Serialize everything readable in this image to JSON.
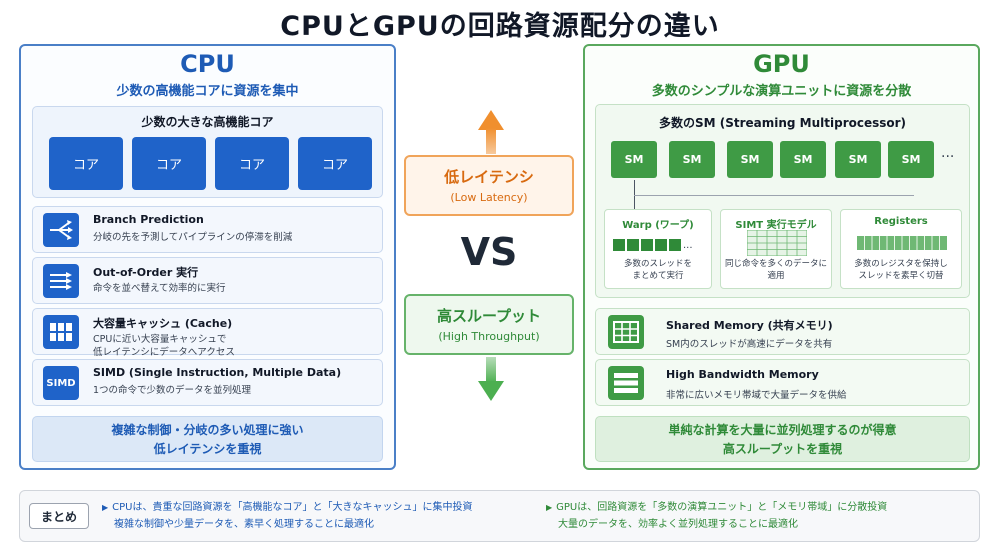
{
  "title": "CPUとGPUの回路資源配分の違い",
  "cpu": {
    "heading": "CPU",
    "subtitle": "少数の高機能コアに資源を集中",
    "cores_title": "少数の大きな高機能コア",
    "cores": [
      "コア",
      "コア",
      "コア",
      "コア"
    ],
    "features": [
      {
        "icon": "branch-icon",
        "title": "Branch Prediction",
        "desc": "分岐の先を予測してパイプラインの停滞を削減"
      },
      {
        "icon": "reorder-icon",
        "title": "Out-of-Order 実行",
        "desc": "命令を並べ替えて効率的に実行"
      },
      {
        "icon": "cache-grid-icon",
        "title": "大容量キャッシュ (Cache)",
        "desc": "CPUに近い大容量キャッシュで",
        "desc2": "低レイテンシにデータへアクセス"
      },
      {
        "icon": "simd-icon",
        "icon_text": "SIMD",
        "title": "SIMD (Single Instruction, Multiple Data)",
        "desc": "1つの命令で少数のデータを並列処理"
      }
    ],
    "footer": [
      "複雑な制御・分岐の多い処理に強い",
      "低レイテンシを重視"
    ]
  },
  "middle": {
    "latency_title": "低レイテンシ",
    "latency_sub": "(Low Latency)",
    "vs": "VS",
    "throughput_title": "高スループット",
    "throughput_sub": "(High Throughput)"
  },
  "gpu": {
    "heading": "GPU",
    "subtitle": "多数のシンプルな演算ユニットに資源を分散",
    "sm_title": "多数のSM (Streaming Multiprocessor)",
    "sms": [
      "SM",
      "SM",
      "SM",
      "SM",
      "SM",
      "SM"
    ],
    "sm_more": "···",
    "warp": {
      "title": "Warp (ワープ)",
      "dots": "···",
      "desc1": "多数のスレッドを",
      "desc2": "まとめて実行"
    },
    "simt": {
      "title": "SIMT 実行モデル",
      "desc1": "同じ命令を多くのデータに",
      "desc2": "適用"
    },
    "registers": {
      "title": "Registers",
      "desc1": "多数のレジスタを保持し",
      "desc2": "スレッドを素早く切替"
    },
    "features": [
      {
        "icon": "shared-memory-icon",
        "title": "Shared Memory (共有メモリ)",
        "desc": "SM内のスレッドが高速にデータを共有"
      },
      {
        "icon": "memory-bandwidth-icon",
        "title": "High Bandwidth Memory",
        "desc": "非常に広いメモリ帯域で大量データを供給"
      }
    ],
    "footer": [
      "単純な計算を大量に並列処理するのが得意",
      "高スループットを重視"
    ]
  },
  "summary": {
    "label": "まとめ",
    "cpu_line1": "CPUは、貴重な回路資源を「高機能なコア」と「大きなキャッシュ」に集中投資",
    "cpu_line2": "複雑な制御や少量データを、素早く処理することに最適化",
    "gpu_line1": "GPUは、回路資源を「多数の演算ユニット」と「メモリ帯域」に分散投資",
    "gpu_line2": "大量のデータを、効率よく並列処理することに最適化"
  },
  "colors": {
    "cpu_blue": "#1f63c9",
    "gpu_green": "#3f9b45",
    "latency_orange": "#f08f2e"
  }
}
